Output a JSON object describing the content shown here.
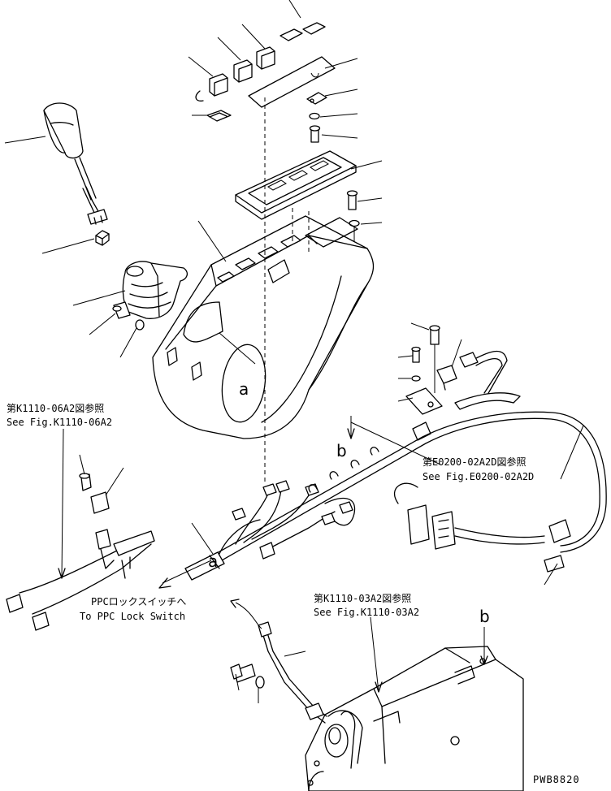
{
  "references": {
    "ref_k1110_06a2_jp": "第K1110-06A2図参照",
    "ref_k1110_06a2_en": "See Fig.K1110-06A2",
    "ref_e0200_02a2d_jp": "第E0200-02A2D図参照",
    "ref_e0200_02a2d_en": "See Fig.E0200-02A2D",
    "ref_k1110_03a2_jp": "第K1110-03A2図参照",
    "ref_k1110_03a2_en": "See Fig.K1110-03A2"
  },
  "ppc_switch": {
    "jp": "PPCロックスイッチへ",
    "en": "To PPC Lock Switch"
  },
  "markers": {
    "a_console": "a",
    "a_lower": "a",
    "b_harness": "b",
    "b_frame": "b"
  },
  "drawing_code": "PWB8820"
}
